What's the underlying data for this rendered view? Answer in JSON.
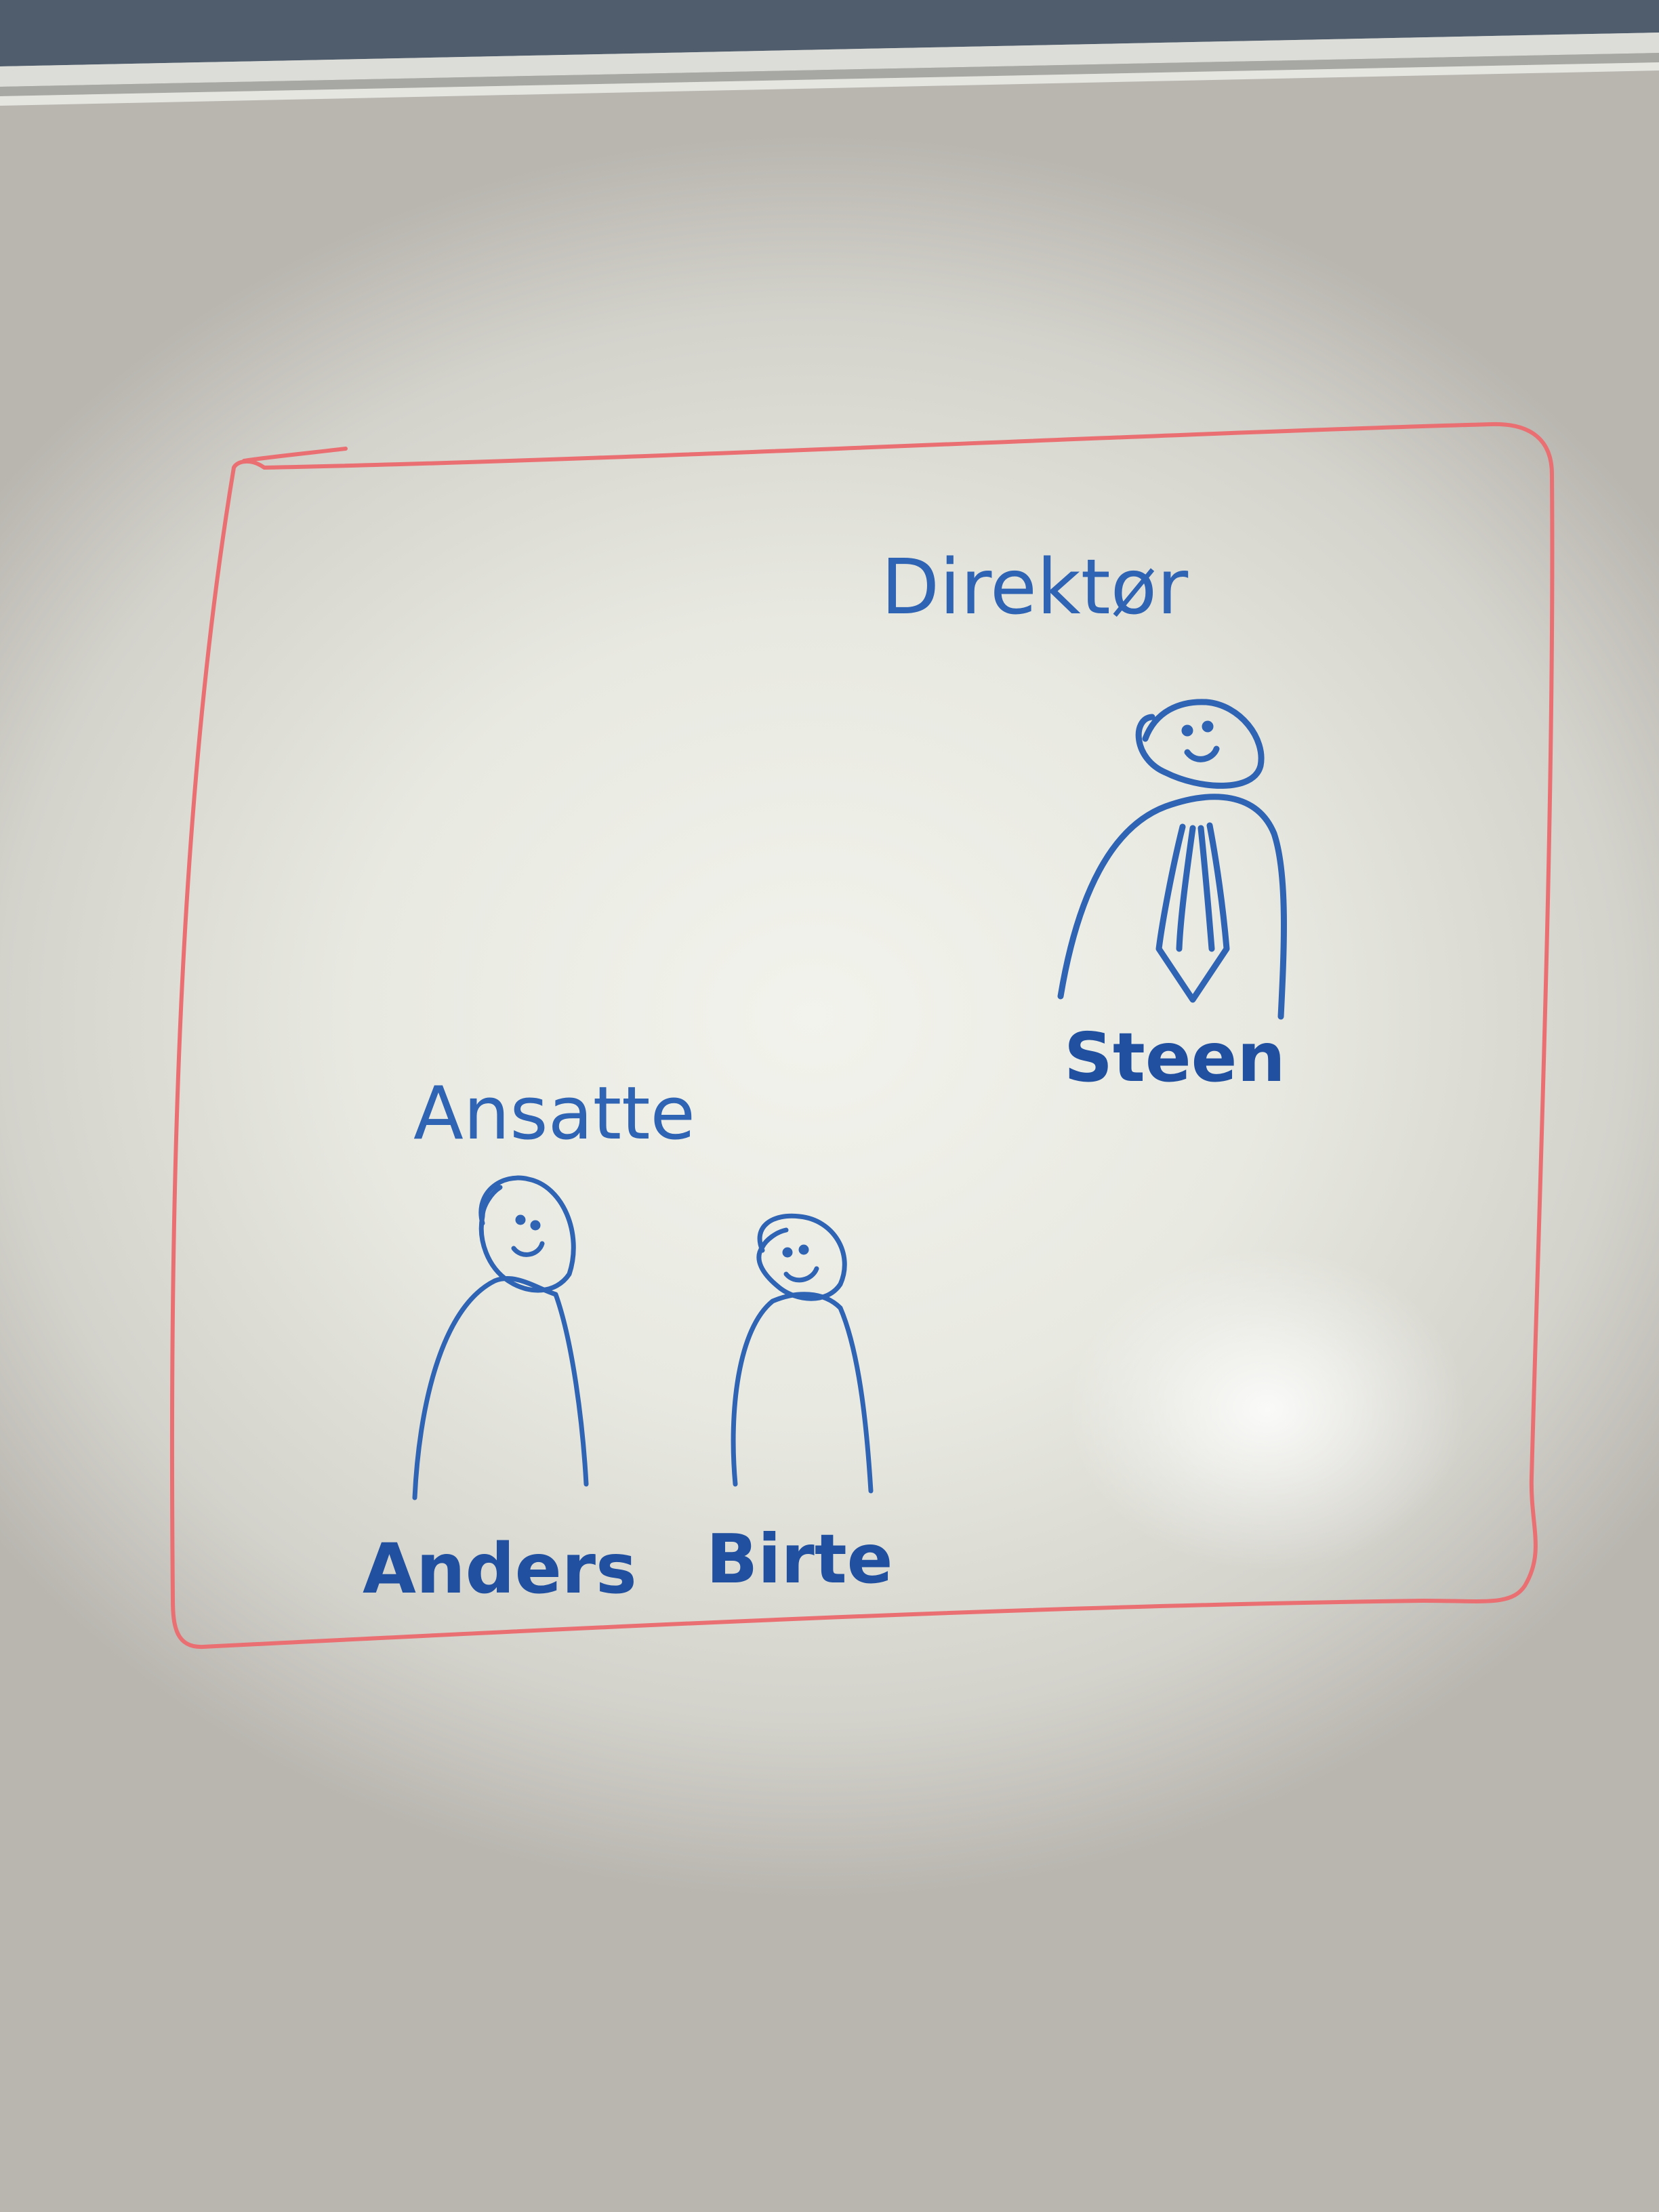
{
  "labels": {
    "director": "Direktør",
    "employees": "Ansatte",
    "person_1": "Steen",
    "person_2": "Anders",
    "person_3": "Birte"
  },
  "colors": {
    "marker_blue": "#2f63b3",
    "marker_red": "#ea6f72",
    "board": "#ecece4"
  },
  "icons": {
    "figure_with_tie": "stick-figure-tie-icon",
    "figure": "stick-figure-icon"
  }
}
